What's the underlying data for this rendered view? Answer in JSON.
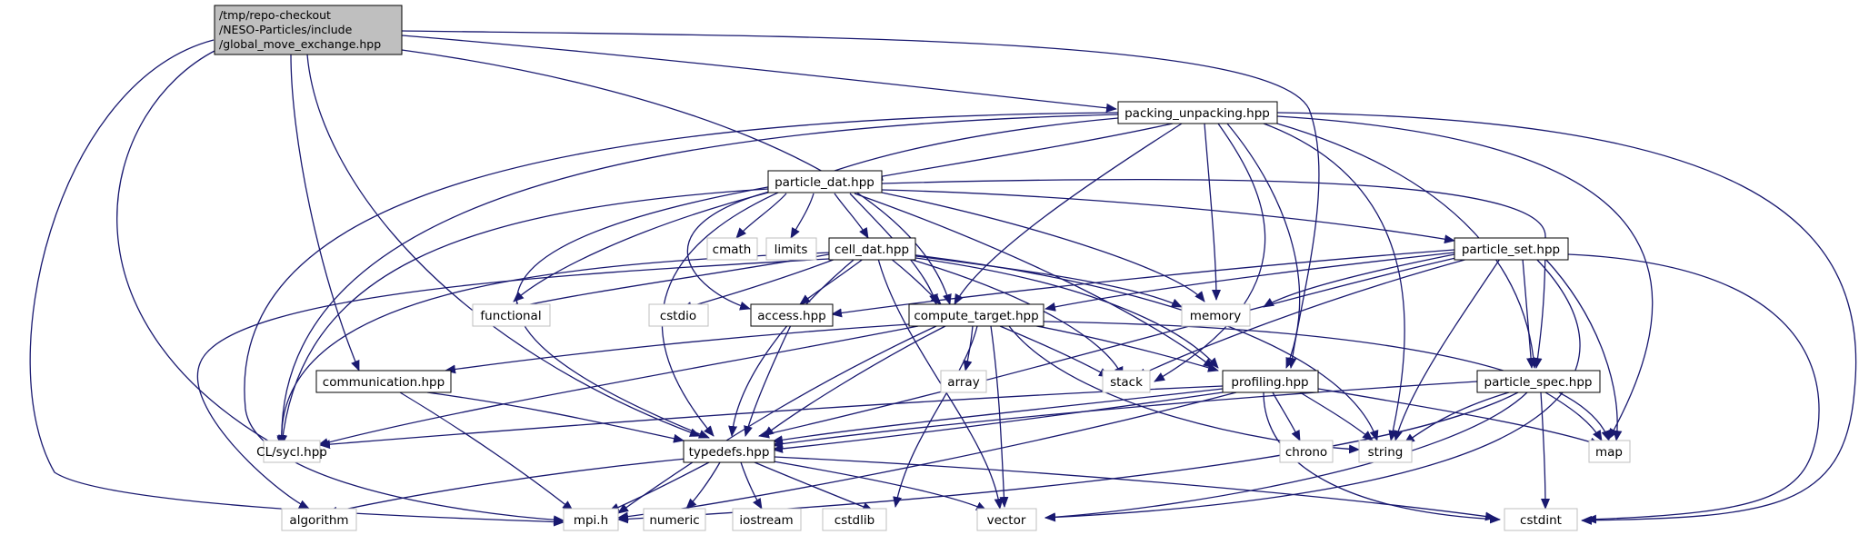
{
  "nodes": {
    "main": {
      "lines": [
        "/tmp/repo-checkout",
        "/NESO-Particles/include",
        "/global_move_exchange.hpp"
      ]
    },
    "packing_unpacking": "packing_unpacking.hpp",
    "particle_dat": "particle_dat.hpp",
    "cell_dat": "cell_dat.hpp",
    "particle_set": "particle_set.hpp",
    "compute_target": "compute_target.hpp",
    "access": "access.hpp",
    "communication": "communication.hpp",
    "profiling": "profiling.hpp",
    "particle_spec": "particle_spec.hpp",
    "typedefs": "typedefs.hpp",
    "cl_sycl": "CL/sycl.hpp",
    "cmath": "cmath",
    "limits": "limits",
    "functional": "functional",
    "cstdio": "cstdio",
    "memory": "memory",
    "array": "array",
    "stack": "stack",
    "chrono": "chrono",
    "string": "string",
    "map": "map",
    "algorithm": "algorithm",
    "mpi_h": "mpi.h",
    "numeric": "numeric",
    "iostream": "iostream",
    "cstdlib": "cstdlib",
    "vector": "vector",
    "cstdint": "cstdint"
  },
  "colors": {
    "edge": "#191970",
    "main_fill": "#bfbfbf",
    "system_border": "#bfbfbf",
    "include_border": "#000000"
  }
}
